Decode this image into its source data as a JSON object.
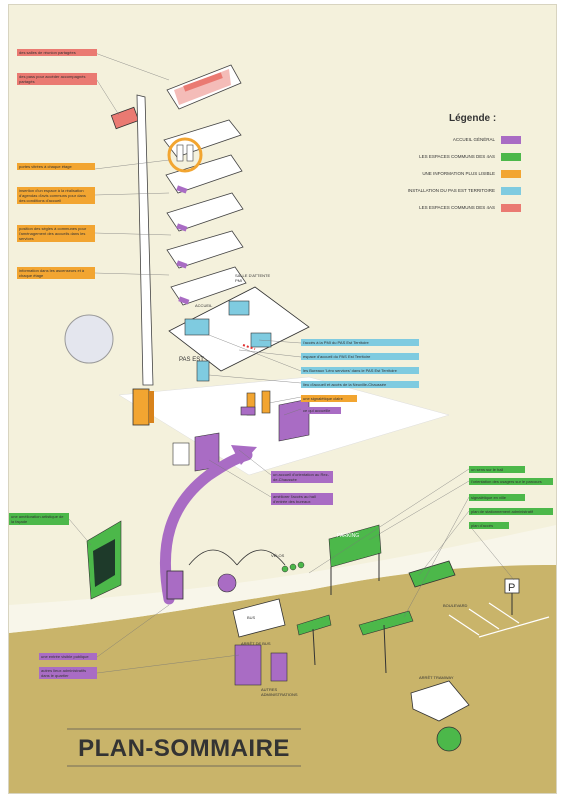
{
  "poster": {
    "title": "PLAN-SOMMAIRE",
    "colors": {
      "background_top": "#f4f1dc",
      "background_ground": "#c9b46a",
      "purple": "#a96cc4",
      "green": "#4cb84a",
      "orange": "#f2a531",
      "blue": "#7fcbe0",
      "red": "#ea7a72"
    }
  },
  "legend": {
    "title": "Légende :",
    "items": [
      {
        "label": "ACCUEIL GÉNÉRAL",
        "color": "#a96cc4"
      },
      {
        "label": "LES ESPACES COMMUNS DES 4AS",
        "color": "#4cb84a"
      },
      {
        "label": "UNE INFORMATION PLUS LISIBLE",
        "color": "#f2a531"
      },
      {
        "label": "INSTALLATION DU PAS EST TERRITOIRE",
        "color": "#7fcbe0"
      },
      {
        "label": "LES ESPACES COMMUNS DES 4AS",
        "color": "#ea7a72"
      }
    ]
  },
  "labels": {
    "red_1": "des salles de réunion partagées",
    "red_2": "des pass pour accéder accompagnés partagés",
    "orange_1": "portes vitrées à chaque étage",
    "orange_2": "insertion d'un espace à la réalisation d'agendas d'avis communs pour dans des conditions d'accueil",
    "orange_3": "position des ségles à communes pour l'aménagement des accueils dans les services",
    "orange_4": "information dans les ascenseurs et à chaque étage",
    "blue_1": "l'accès à la PMI du PAS Est Territoire",
    "blue_2": "espace d'accueil du PAS Est Territoire",
    "blue_3": "les Bureaux 'Léro services' dans le PAS Est Territoire",
    "blue_4": "lieu d'accueil et accès de la Neuville-Chaussée",
    "orange_5": "une signalétique claire",
    "purple_1": "ce qui accueille",
    "purple_2": "un accueil d'orientation au Rez-de-Chaussée",
    "purple_3": "améliorer l'accès au hall d'entrée des bureaux",
    "green_1": "une amélioration artistique de la façade",
    "green_2": "un sens sur le hall",
    "green_3": "l'orientation des usagers sur le parcours",
    "green_4": "signalétique en ville",
    "green_5": "plan de stationnement administratif",
    "green_6": "plan d'accès",
    "purple_4": "une entrée visible publique",
    "purple_5": "autres lieux administratifs dans le quartier"
  },
  "sketch_text": {
    "salle": "SALLE D'ATTENTE PMI",
    "accueil": "ACCUEIL",
    "pas": "PAS EST",
    "parking": "PARKING",
    "velos": "VÉLOS",
    "boulevard": "BOULEVARD",
    "autres": "AUTRES ADMINISTRATIONS",
    "bus": "BUS",
    "arret": "ARRÊT DE BUS",
    "tram": "ARRÊT TRAMWAY"
  }
}
